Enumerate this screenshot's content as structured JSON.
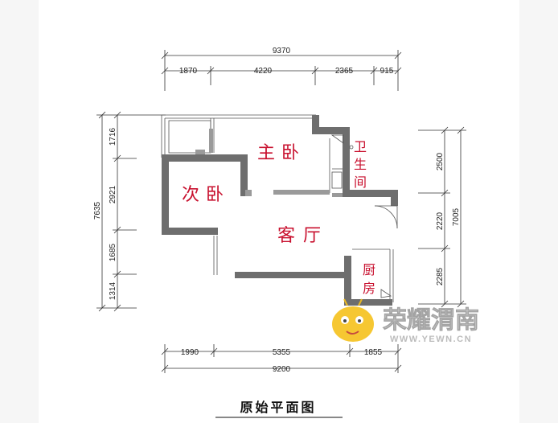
{
  "top_dimensions": {
    "total": "9370",
    "segments": [
      "1870",
      "4220",
      "2365",
      "915"
    ]
  },
  "bottom_dimensions": {
    "segments": [
      "1990",
      "5355",
      "1855"
    ],
    "total": "9200"
  },
  "left_dimensions": {
    "total": "7635",
    "segments": [
      "1716",
      "2921",
      "1685",
      "1314"
    ]
  },
  "right_dimensions": {
    "total": "7005",
    "segments": [
      "2500",
      "2220",
      "2285"
    ]
  },
  "rooms": {
    "master_bedroom": "主卧",
    "second_bedroom": "次卧",
    "bathroom": [
      "卫",
      "生",
      "间"
    ],
    "living_room": "客厅",
    "kitchen": [
      "厨",
      "房"
    ]
  },
  "watermark": {
    "brand": "荣耀渭南",
    "url": "WWW.YEWN.CN"
  },
  "caption": "原始平面图",
  "colors": {
    "wall": "#6e6e6e",
    "room_label": "#c8102e",
    "watermark": "#c9c9c9",
    "mascot": "#f6c21c"
  }
}
